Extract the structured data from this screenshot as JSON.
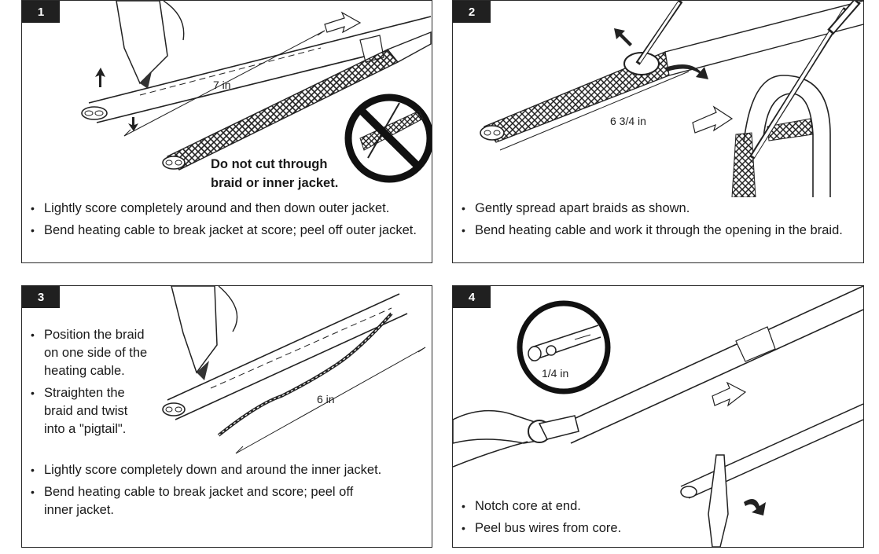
{
  "steps": [
    {
      "number": "1",
      "dimension": "7 in",
      "warning_line1": "Do not cut through",
      "warning_line2": "braid or inner jacket.",
      "bullets": [
        "Lightly score completely around and then down outer jacket.",
        "Bend heating cable to break jacket at score; peel off outer jacket."
      ]
    },
    {
      "number": "2",
      "dimension": "6 3/4 in",
      "bullets": [
        "Gently spread apart braids as shown.",
        "Bend heating cable and work it through the opening in the braid."
      ]
    },
    {
      "number": "3",
      "dimension": "6 in",
      "bullets_narrow": [
        "Position the braid on one side of the heating cable.",
        "Straighten the braid and twist into a \"pigtail\"."
      ],
      "bullets_wide": [
        "Lightly score completely down and around the inner jacket.",
        "Bend heating cable to break jacket and score; peel off inner jacket."
      ]
    },
    {
      "number": "4",
      "dimension": "1/4 in",
      "bullets": [
        "Notch core at end.",
        "Peel bus wires from core."
      ]
    }
  ]
}
